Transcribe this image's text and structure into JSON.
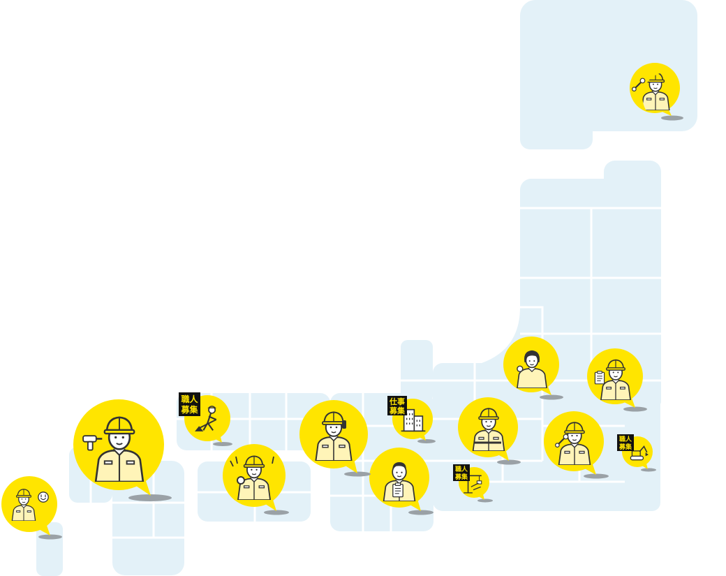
{
  "colors": {
    "land": "#e3f1f8",
    "border": "#ffffff",
    "bubble": "#ffe500",
    "shadow": "#9aa1a6",
    "ink": "#333333",
    "skin": "#ffffff",
    "clothes": "#fff4b8"
  },
  "badges": {
    "shokunin": [
      "職人",
      "募集"
    ],
    "shigoto": [
      "仕事",
      "募集"
    ]
  },
  "markers": [
    {
      "name": "worker-hokkaido",
      "icon": "worker-wrench-icon"
    },
    {
      "name": "worker-tohoku-woman",
      "icon": "worker-woman-icon"
    },
    {
      "name": "worker-tohoku-helmet",
      "icon": "worker-clipboard-icon"
    },
    {
      "name": "worker-kanto-crossed-arms",
      "icon": "worker-crossed-arms-icon"
    },
    {
      "name": "worker-kanto-wrench",
      "icon": "worker-wrench-icon"
    },
    {
      "name": "recruit-kanto-excavator",
      "icon": "excavator-icon",
      "badge": "shokunin"
    },
    {
      "name": "recruit-chubu-building",
      "icon": "building-icon",
      "badge": "shigoto"
    },
    {
      "name": "recruit-chubu-crane",
      "icon": "crane-icon",
      "badge": "shokunin"
    },
    {
      "name": "worker-chubu-businessman",
      "icon": "worker-businessman-icon"
    },
    {
      "name": "worker-kansai-phone",
      "icon": "worker-phone-icon"
    },
    {
      "name": "worker-chugoku-waving",
      "icon": "worker-waving-icon"
    },
    {
      "name": "recruit-chugoku-digging",
      "icon": "digging-worker-icon",
      "badge": "shokunin"
    },
    {
      "name": "worker-kyushu-drill",
      "icon": "worker-drill-icon"
    },
    {
      "name": "worker-okinawa-plug",
      "icon": "worker-plug-icon"
    }
  ]
}
